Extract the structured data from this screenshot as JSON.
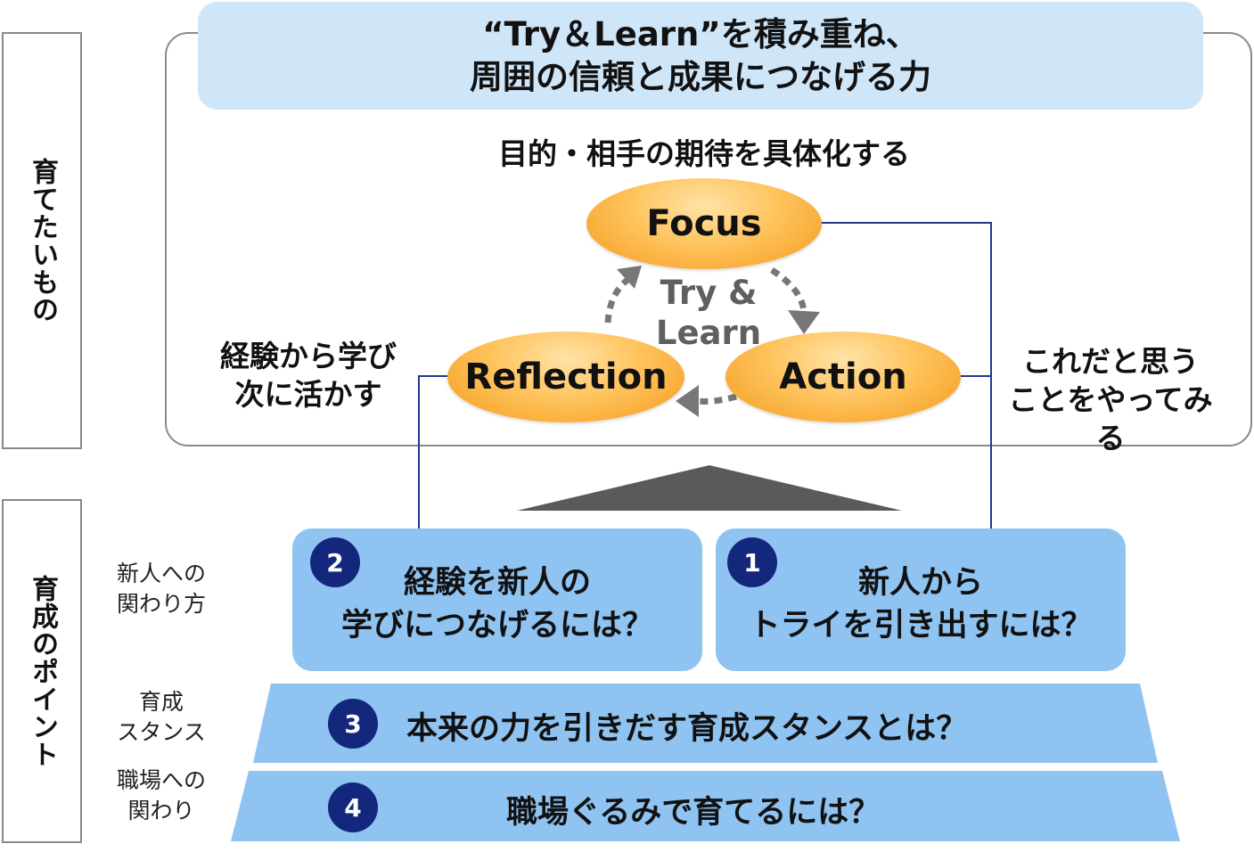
{
  "left_labels": {
    "top": "育てたいもの",
    "bottom": "育成のポイント"
  },
  "banner": {
    "line1": "“Try＆Learn”を積み重ね、",
    "line2": "周囲の信頼と成果につなげる力"
  },
  "subtitle": "目的・相手の期待を具体化する",
  "cycle": {
    "focus": "Focus",
    "action": "Action",
    "reflection": "Reflection",
    "center_line1": "Try &",
    "center_line2": "Learn"
  },
  "left_note": {
    "line1": "経験から学び",
    "line2": "次に活かす"
  },
  "right_note": {
    "line1": "これだと思う",
    "line2": "ことをやってみる"
  },
  "row_labels": {
    "newcomer_line1": "新人への",
    "newcomer_line2": "関わり方",
    "stance_line1": "育成",
    "stance_line2": "スタンス",
    "workplace_line1": "職場への",
    "workplace_line2": "関わり"
  },
  "points": {
    "p2": {
      "number": "2",
      "line1": "経験を新人の",
      "line2": "学びにつなげるには？"
    },
    "p1": {
      "number": "1",
      "line1": "新人から",
      "line2": "トライを引き出すには？"
    },
    "p3": {
      "number": "3",
      "text": "本来の力を引きだす育成スタンスとは？"
    },
    "p4": {
      "number": "4",
      "text": "職場ぐるみで育てるには？"
    }
  },
  "colors": {
    "banner": "#cfe5f8",
    "card": "#8fc3f1",
    "badge": "#13277d",
    "ellipse": "#f7a531",
    "connector": "#1f3a8f",
    "arrow": "#777777"
  }
}
